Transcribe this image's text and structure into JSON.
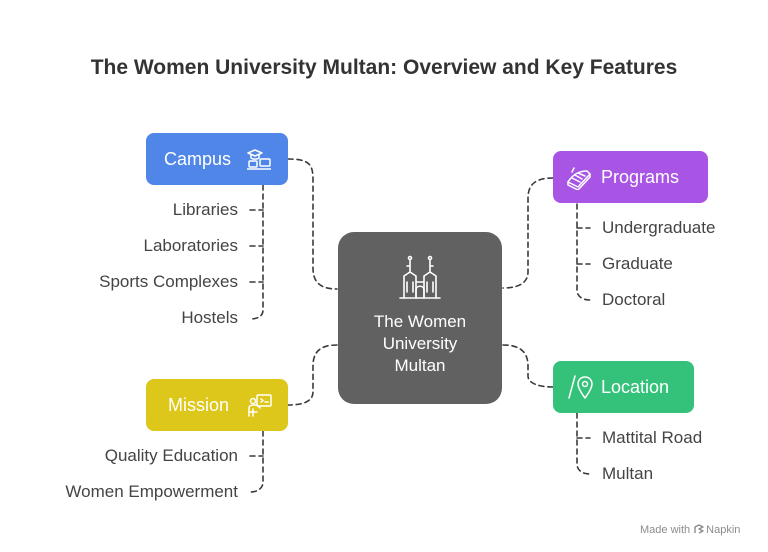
{
  "title": "The Women University Multan: Overview and Key Features",
  "center": {
    "label": "The Women\nUniversity\nMultan",
    "icon": "university-building-icon"
  },
  "branches": {
    "campus": {
      "label": "Campus",
      "icon": "campus-computer-icon",
      "color": "#4F86E8",
      "items": [
        "Libraries",
        "Laboratories",
        "Sports Complexes",
        "Hostels"
      ]
    },
    "mission": {
      "label": "Mission",
      "icon": "teacher-board-icon",
      "color": "#DEC71B",
      "items": [
        "Quality Education",
        "Women Empowerment"
      ]
    },
    "programs": {
      "label": "Programs",
      "icon": "book-icon",
      "color": "#A855E5",
      "items": [
        "Undergraduate",
        "Graduate",
        "Doctoral"
      ]
    },
    "location": {
      "label": "Location",
      "icon": "map-pin-icon",
      "color": "#34C17A",
      "items": [
        "Mattital Road",
        "Multan"
      ]
    }
  },
  "footer": {
    "made_with": "Made with",
    "brand": "Napkin"
  },
  "colors": {
    "connector": "#3a3a3a",
    "center_fill": "#616161",
    "text": "#444444"
  }
}
